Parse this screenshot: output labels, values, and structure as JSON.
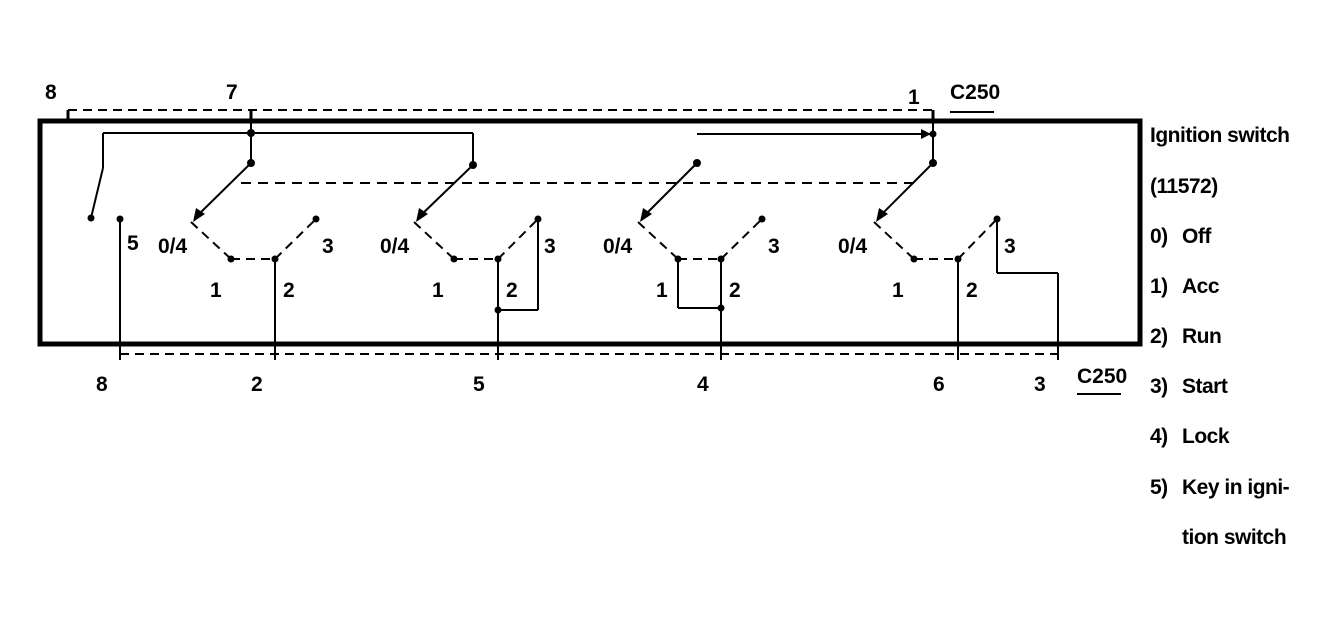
{
  "connector_label": "C250",
  "top_pins": {
    "p8": "8",
    "p7": "7",
    "p1": "1"
  },
  "bottom_pins": [
    "8",
    "2",
    "5",
    "4",
    "6",
    "3"
  ],
  "wafers": [
    {
      "label_off": "0/4",
      "label_1": "1",
      "label_2": "2",
      "label_3": "3"
    },
    {
      "label_off": "0/4",
      "label_1": "1",
      "label_2": "2",
      "label_3": "3"
    },
    {
      "label_off": "0/4",
      "label_1": "1",
      "label_2": "2",
      "label_3": "3"
    },
    {
      "label_off": "0/4",
      "label_1": "1",
      "label_2": "2",
      "label_3": "3"
    }
  ],
  "key_switch_label": "5",
  "legend": {
    "title_line1": "Ignition switch",
    "title_line2": "(11572)",
    "items": [
      {
        "num": "0)",
        "text": "Off"
      },
      {
        "num": "1)",
        "text": "Acc"
      },
      {
        "num": "2)",
        "text": "Run"
      },
      {
        "num": "3)",
        "text": "Start"
      },
      {
        "num": "4)",
        "text": "Lock"
      },
      {
        "num": "5)",
        "text": "Key in igni-"
      },
      {
        "num": "",
        "text": "tion switch"
      }
    ]
  }
}
